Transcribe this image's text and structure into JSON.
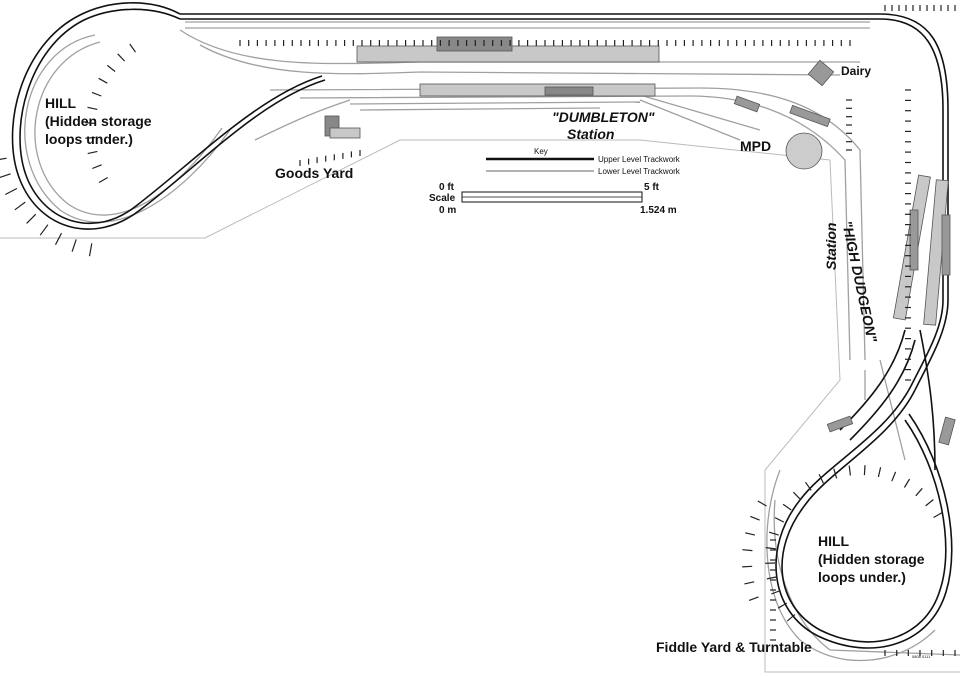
{
  "labels": {
    "hill_left_1": "HILL",
    "hill_left_2": "(Hidden storage",
    "hill_left_3": "loops under.)",
    "hill_right_1": "HILL",
    "hill_right_2": "(Hidden storage",
    "hill_right_3": "loops under.)",
    "goods_yard": "Goods Yard",
    "dumbleton_1": "\"DUMBLETON\"",
    "dumbleton_2": "Station",
    "dairy": "Dairy",
    "mpd": "MPD",
    "high_dudgeon_1": "\"HIGH DUDGEON\"",
    "high_dudgeon_2": "Station",
    "fiddle_yard": "Fiddle Yard & Turntable",
    "credit": "0808 0111"
  },
  "key": {
    "title": "Key",
    "upper": "Upper Level Trackwork",
    "lower": "Lower Level Trackwork"
  },
  "scale": {
    "label": "Scale",
    "ft_min": "0 ft",
    "ft_max": "5 ft",
    "m_min": "0 m",
    "m_max": "1.524 m"
  },
  "colors": {
    "upper_track": "#111111",
    "lower_track": "#9a9a9a",
    "building": "#c8c8c8"
  }
}
